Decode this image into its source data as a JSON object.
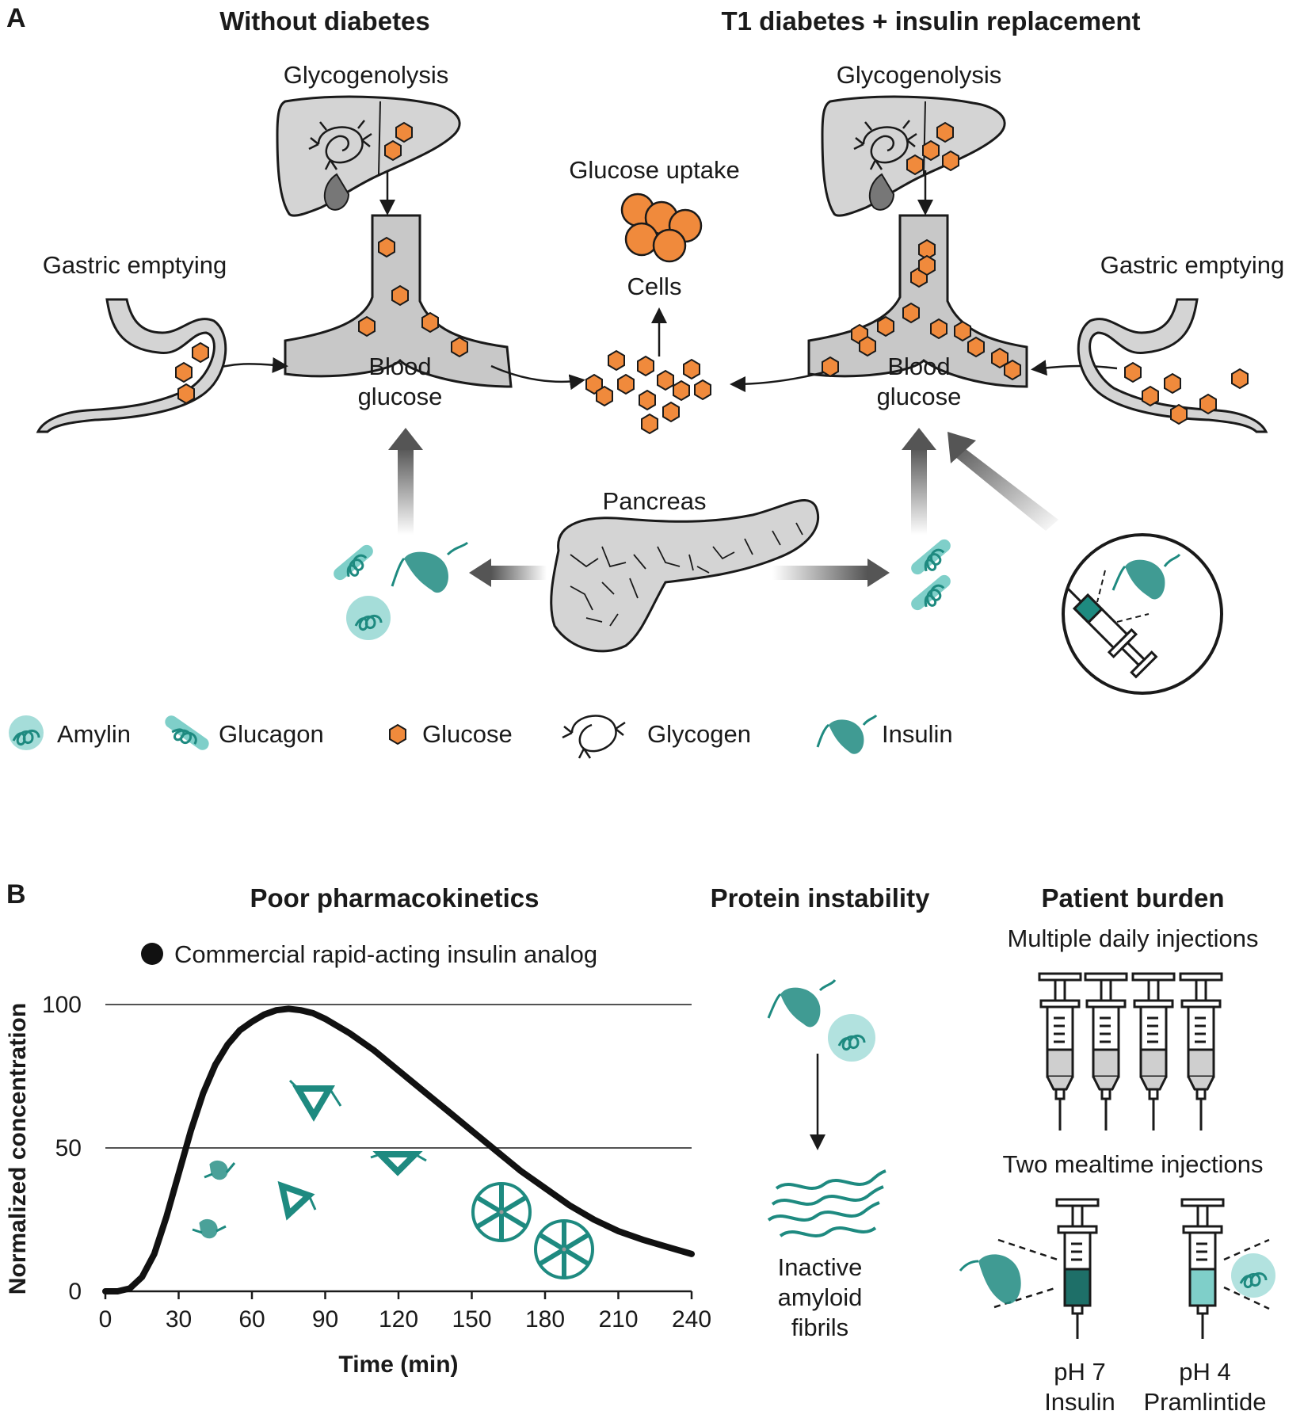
{
  "panel_a": {
    "letter": "A",
    "left_title": "Without diabetes",
    "right_title": "T1 diabetes + insulin replacement",
    "glycogenolysis_left": "Glycogenolysis",
    "glycogenolysis_right": "Glycogenolysis",
    "gastric_left": "Gastric emptying",
    "gastric_right": "Gastric emptying",
    "glucose_uptake": "Glucose uptake",
    "cells": "Cells",
    "blood_left": [
      "Blood",
      "glucose"
    ],
    "blood_right": [
      "Blood",
      "glucose"
    ],
    "pancreas": "Pancreas",
    "legend": [
      {
        "icon": "amylin-icon",
        "label": "Amylin"
      },
      {
        "icon": "glucagon-icon",
        "label": "Glucagon"
      },
      {
        "icon": "glucose-icon",
        "label": "Glucose"
      },
      {
        "icon": "glycogen-icon",
        "label": "Glycogen"
      },
      {
        "icon": "insulin-icon",
        "label": "Insulin"
      }
    ]
  },
  "panel_b": {
    "letter": "B",
    "pk_title": "Poor pharmacokinetics",
    "series_label": "Commercial rapid-acting insulin analog",
    "instability_title": "Protein instability",
    "fibrils_label": [
      "Inactive",
      "amyloid",
      "fibrils"
    ],
    "burden_title": "Patient burden",
    "multiple_label": "Multiple daily injections",
    "two_label": "Two mealtime injections",
    "syringe_insulin": [
      "pH 7",
      "Insulin"
    ],
    "syringe_pram": [
      "pH 4",
      "Pramlintide"
    ]
  },
  "chart_data": {
    "type": "line",
    "title": "",
    "xlabel": "Time (min)",
    "ylabel": "Normalized concentration",
    "xlim": [
      0,
      240
    ],
    "ylim": [
      0,
      100
    ],
    "xticks": [
      0,
      30,
      60,
      90,
      120,
      150,
      180,
      210,
      240
    ],
    "yticks": [
      0,
      50,
      100
    ],
    "gridlines_y": [
      50,
      100
    ],
    "series": [
      {
        "name": "Commercial rapid-acting insulin analog",
        "color": "#111111",
        "x": [
          0,
          5,
          10,
          15,
          20,
          25,
          30,
          35,
          40,
          45,
          50,
          55,
          60,
          65,
          70,
          75,
          80,
          85,
          90,
          100,
          110,
          120,
          130,
          140,
          150,
          160,
          170,
          180,
          190,
          200,
          210,
          220,
          230,
          240
        ],
        "y": [
          0,
          0,
          1,
          5,
          13,
          26,
          41,
          56,
          69,
          79,
          86,
          91,
          94,
          96.5,
          98,
          98.5,
          98,
          97,
          95,
          90,
          84,
          77,
          70,
          63,
          56,
          49,
          42,
          36,
          30,
          25,
          21,
          18,
          15.5,
          13
        ]
      }
    ]
  },
  "colors": {
    "glucose": "#f08a3c",
    "teal": "#1e8a80",
    "teal_light": "#7fcfc9",
    "organ": "#d4d4d4",
    "vessel": "#c8c8c8",
    "ink": "#1a1a1a"
  }
}
